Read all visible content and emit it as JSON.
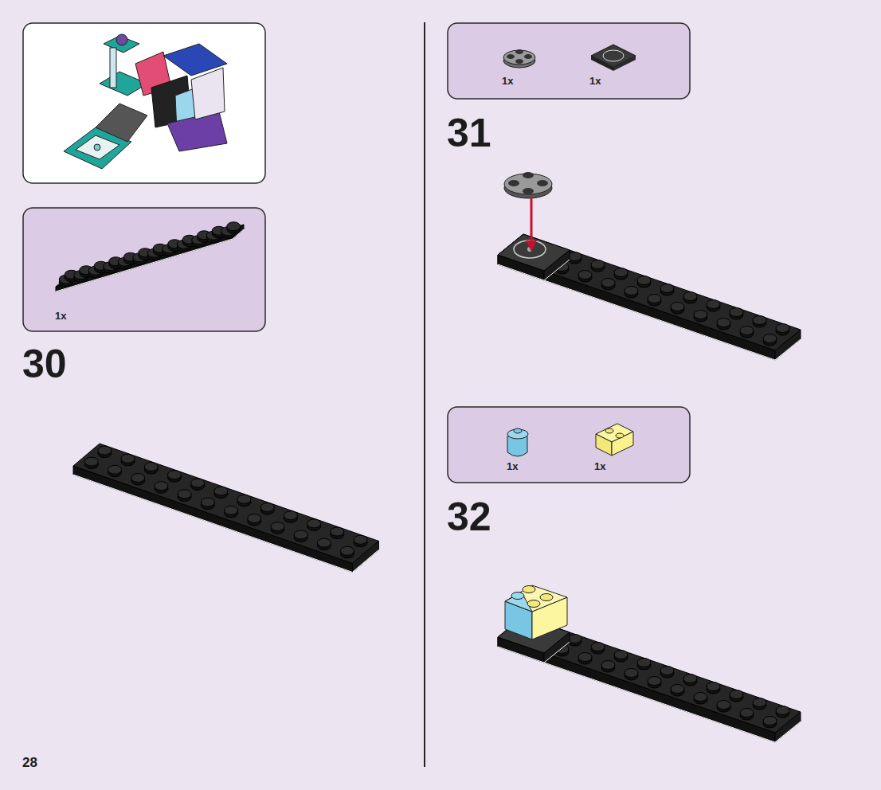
{
  "diagram": {
    "nodes": [
      {
        "text": [
          "1x"
        ]
      },
      {
        "text": [
          "1x",
          "1x"
        ]
      },
      {
        "text": [
          "1x",
          "1x"
        ]
      }
    ],
    "labels": [
      "30",
      "31",
      "32",
      "28"
    ]
  }
}
